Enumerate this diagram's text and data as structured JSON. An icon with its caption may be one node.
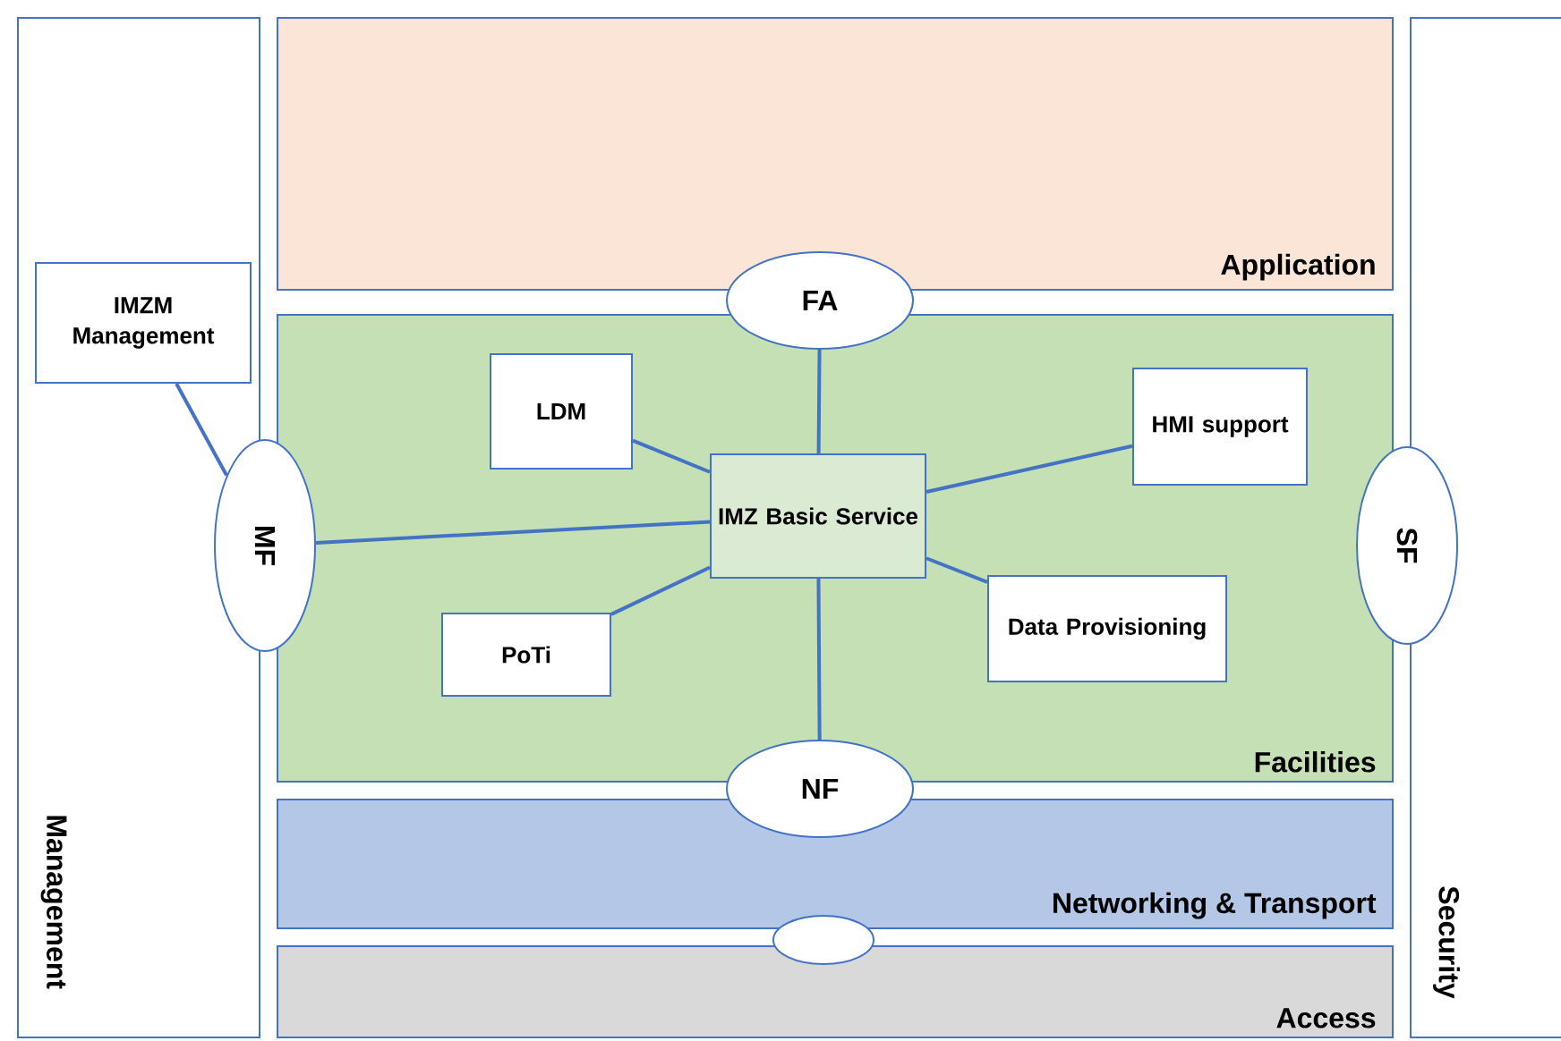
{
  "diagram": {
    "nodes": [
      {
        "text": [
          "Management"
        ]
      },
      {
        "text": [
          "IMZM Management"
        ],
        "in": 0
      },
      {
        "text": [
          "Application"
        ]
      },
      {
        "text": [
          "FA"
        ]
      },
      {
        "text": [
          "Facilities"
        ]
      },
      {
        "text": [
          "LDM"
        ],
        "in": 4
      },
      {
        "text": [
          "HMI support"
        ],
        "in": 4
      },
      {
        "text": [
          "MF"
        ]
      },
      {
        "text": [
          "IMZ Basic Service"
        ],
        "in": 4
      },
      {
        "text": [
          "SF"
        ]
      },
      {
        "text": [
          "Data Provisioning"
        ],
        "in": 4
      },
      {
        "text": [
          "PoTi"
        ],
        "in": 4
      },
      {
        "text": [
          "NF"
        ]
      },
      {
        "text": [
          "Networking & Transport"
        ]
      },
      {
        "text": [],
        "shape": "ellipse"
      },
      {
        "text": [
          "Access"
        ]
      },
      {
        "text": [
          "Security"
        ]
      }
    ],
    "edges": [
      {
        "from": 1,
        "to": 7,
        "arrow": "none"
      },
      {
        "from": 8,
        "to": 3,
        "arrow": "none"
      },
      {
        "from": 5,
        "to": 8,
        "arrow": "none"
      },
      {
        "from": 8,
        "to": 6,
        "arrow": "none"
      },
      {
        "from": 7,
        "to": 8,
        "arrow": "none"
      },
      {
        "from": 8,
        "to": 10,
        "arrow": "none"
      },
      {
        "from": 11,
        "to": 8,
        "arrow": "none"
      },
      {
        "from": 8,
        "to": 12,
        "arrow": "none"
      }
    ]
  }
}
